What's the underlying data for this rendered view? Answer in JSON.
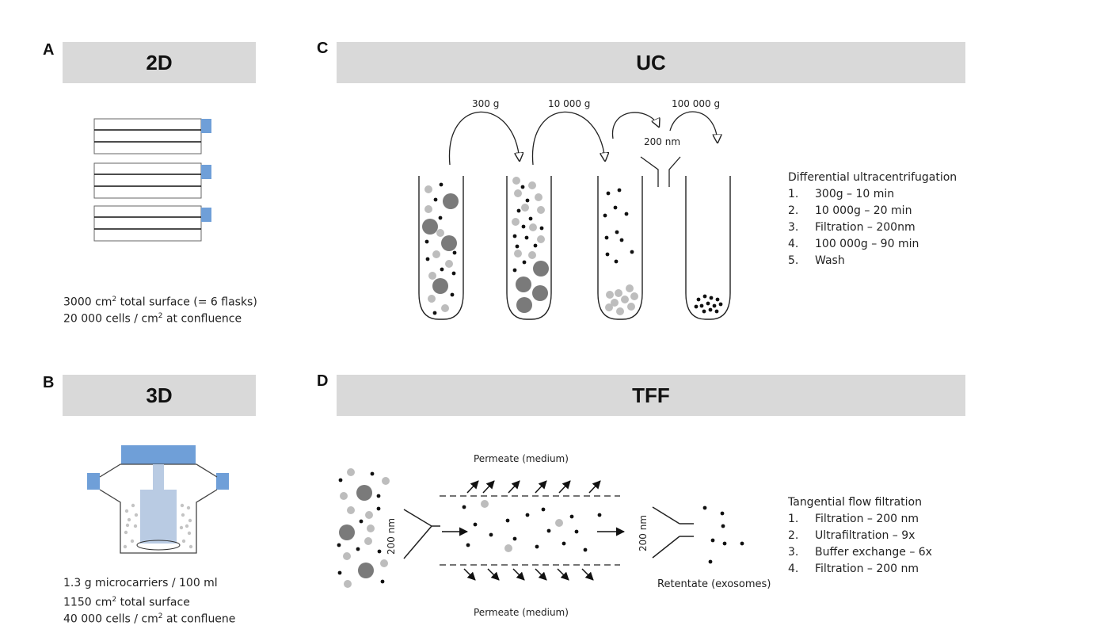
{
  "panels": {
    "a": {
      "letter": "A",
      "title": "2D",
      "surface": {
        "prefix": "3000 cm",
        "sup": "2",
        "suffix": " total surface  (= 6 flasks)"
      },
      "cells": {
        "prefix": "20 000 cells / cm",
        "sup": "2",
        "suffix": " at confluence"
      }
    },
    "b": {
      "letter": "B",
      "title": "3D",
      "microcarriers": "1.3 g microcarriers / 100 ml",
      "surface": {
        "prefix": "1150 cm",
        "sup": "2",
        "suffix": " total surface"
      },
      "cells": {
        "prefix": "40 000 cells / cm",
        "sup": "2",
        "suffix": " at confluene"
      }
    },
    "c": {
      "letter": "C",
      "title": "UC",
      "speed_labels": [
        "300 g",
        "10 000 g",
        "100 000 g"
      ],
      "filter_label": "200 nm",
      "method_title": "Differential ultracentrifugation",
      "steps": [
        {
          "n": "1.",
          "text": "300g – 10 min"
        },
        {
          "n": "2.",
          "text": "10 000g – 20 min"
        },
        {
          "n": "3.",
          "text": "Filtration – 200nm"
        },
        {
          "n": "4.",
          "text": "100 000g – 90 min"
        },
        {
          "n": "5.",
          "text": "Wash"
        }
      ]
    },
    "d": {
      "letter": "D",
      "title": "TFF",
      "permeate_top": "Permeate (medium)",
      "permeate_bottom": "Permeate (medium)",
      "filter_label_left": "200 nm",
      "filter_label_right": "200 nm",
      "retentate": "Retentate (exosomes)",
      "method_title": "Tangential flow filtration",
      "steps": [
        {
          "n": "1.",
          "text": "Filtration – 200 nm"
        },
        {
          "n": "2.",
          "text": "Ultrafiltration – 9x"
        },
        {
          "n": "3.",
          "text": "Buffer exchange  – 6x"
        },
        {
          "n": "4.",
          "text": "Filtration – 200 nm"
        }
      ]
    }
  },
  "colors": {
    "banner": "#d9d9d9",
    "flask_cap": "#6f9fd8",
    "bioreactor_blue": "#b9cbe3",
    "particle_dark": "#7a7a7a",
    "particle_light": "#bdbdbd",
    "particle_small": "#111111"
  }
}
